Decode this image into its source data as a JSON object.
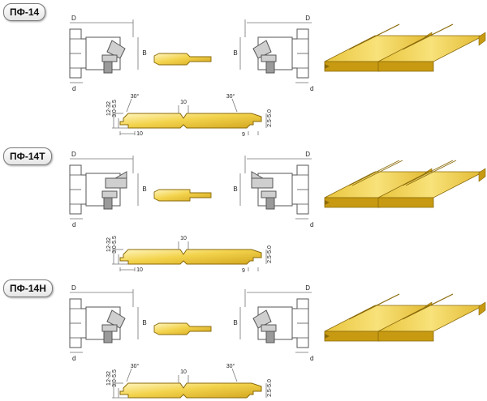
{
  "sections": [
    {
      "label": "ПФ-14",
      "variant": "v-groove"
    },
    {
      "label": "ПФ-14Т",
      "variant": "flat"
    },
    {
      "label": "ПФ-14Н",
      "variant": "v-groove"
    }
  ],
  "labels": {
    "outer_diameter": "D",
    "bore": "d",
    "width": "B",
    "dim_12_32": "12-32",
    "dim_3_5_5": "3.0-5.5",
    "dim_2_5_5": "2.5-5.0",
    "dim_10_top": "10",
    "dim_10_bottom": "10",
    "dim_9": "9",
    "angle_30": "30°"
  },
  "colors": {
    "wood_light": "#f6dc5a",
    "wood_dark": "#c79a12",
    "wood_edge": "#8a6a0a",
    "cutter_fill": "#ffffff",
    "cutter_line": "#555555",
    "knife_fill": "#cfcfcf",
    "dim_line": "#777777"
  }
}
